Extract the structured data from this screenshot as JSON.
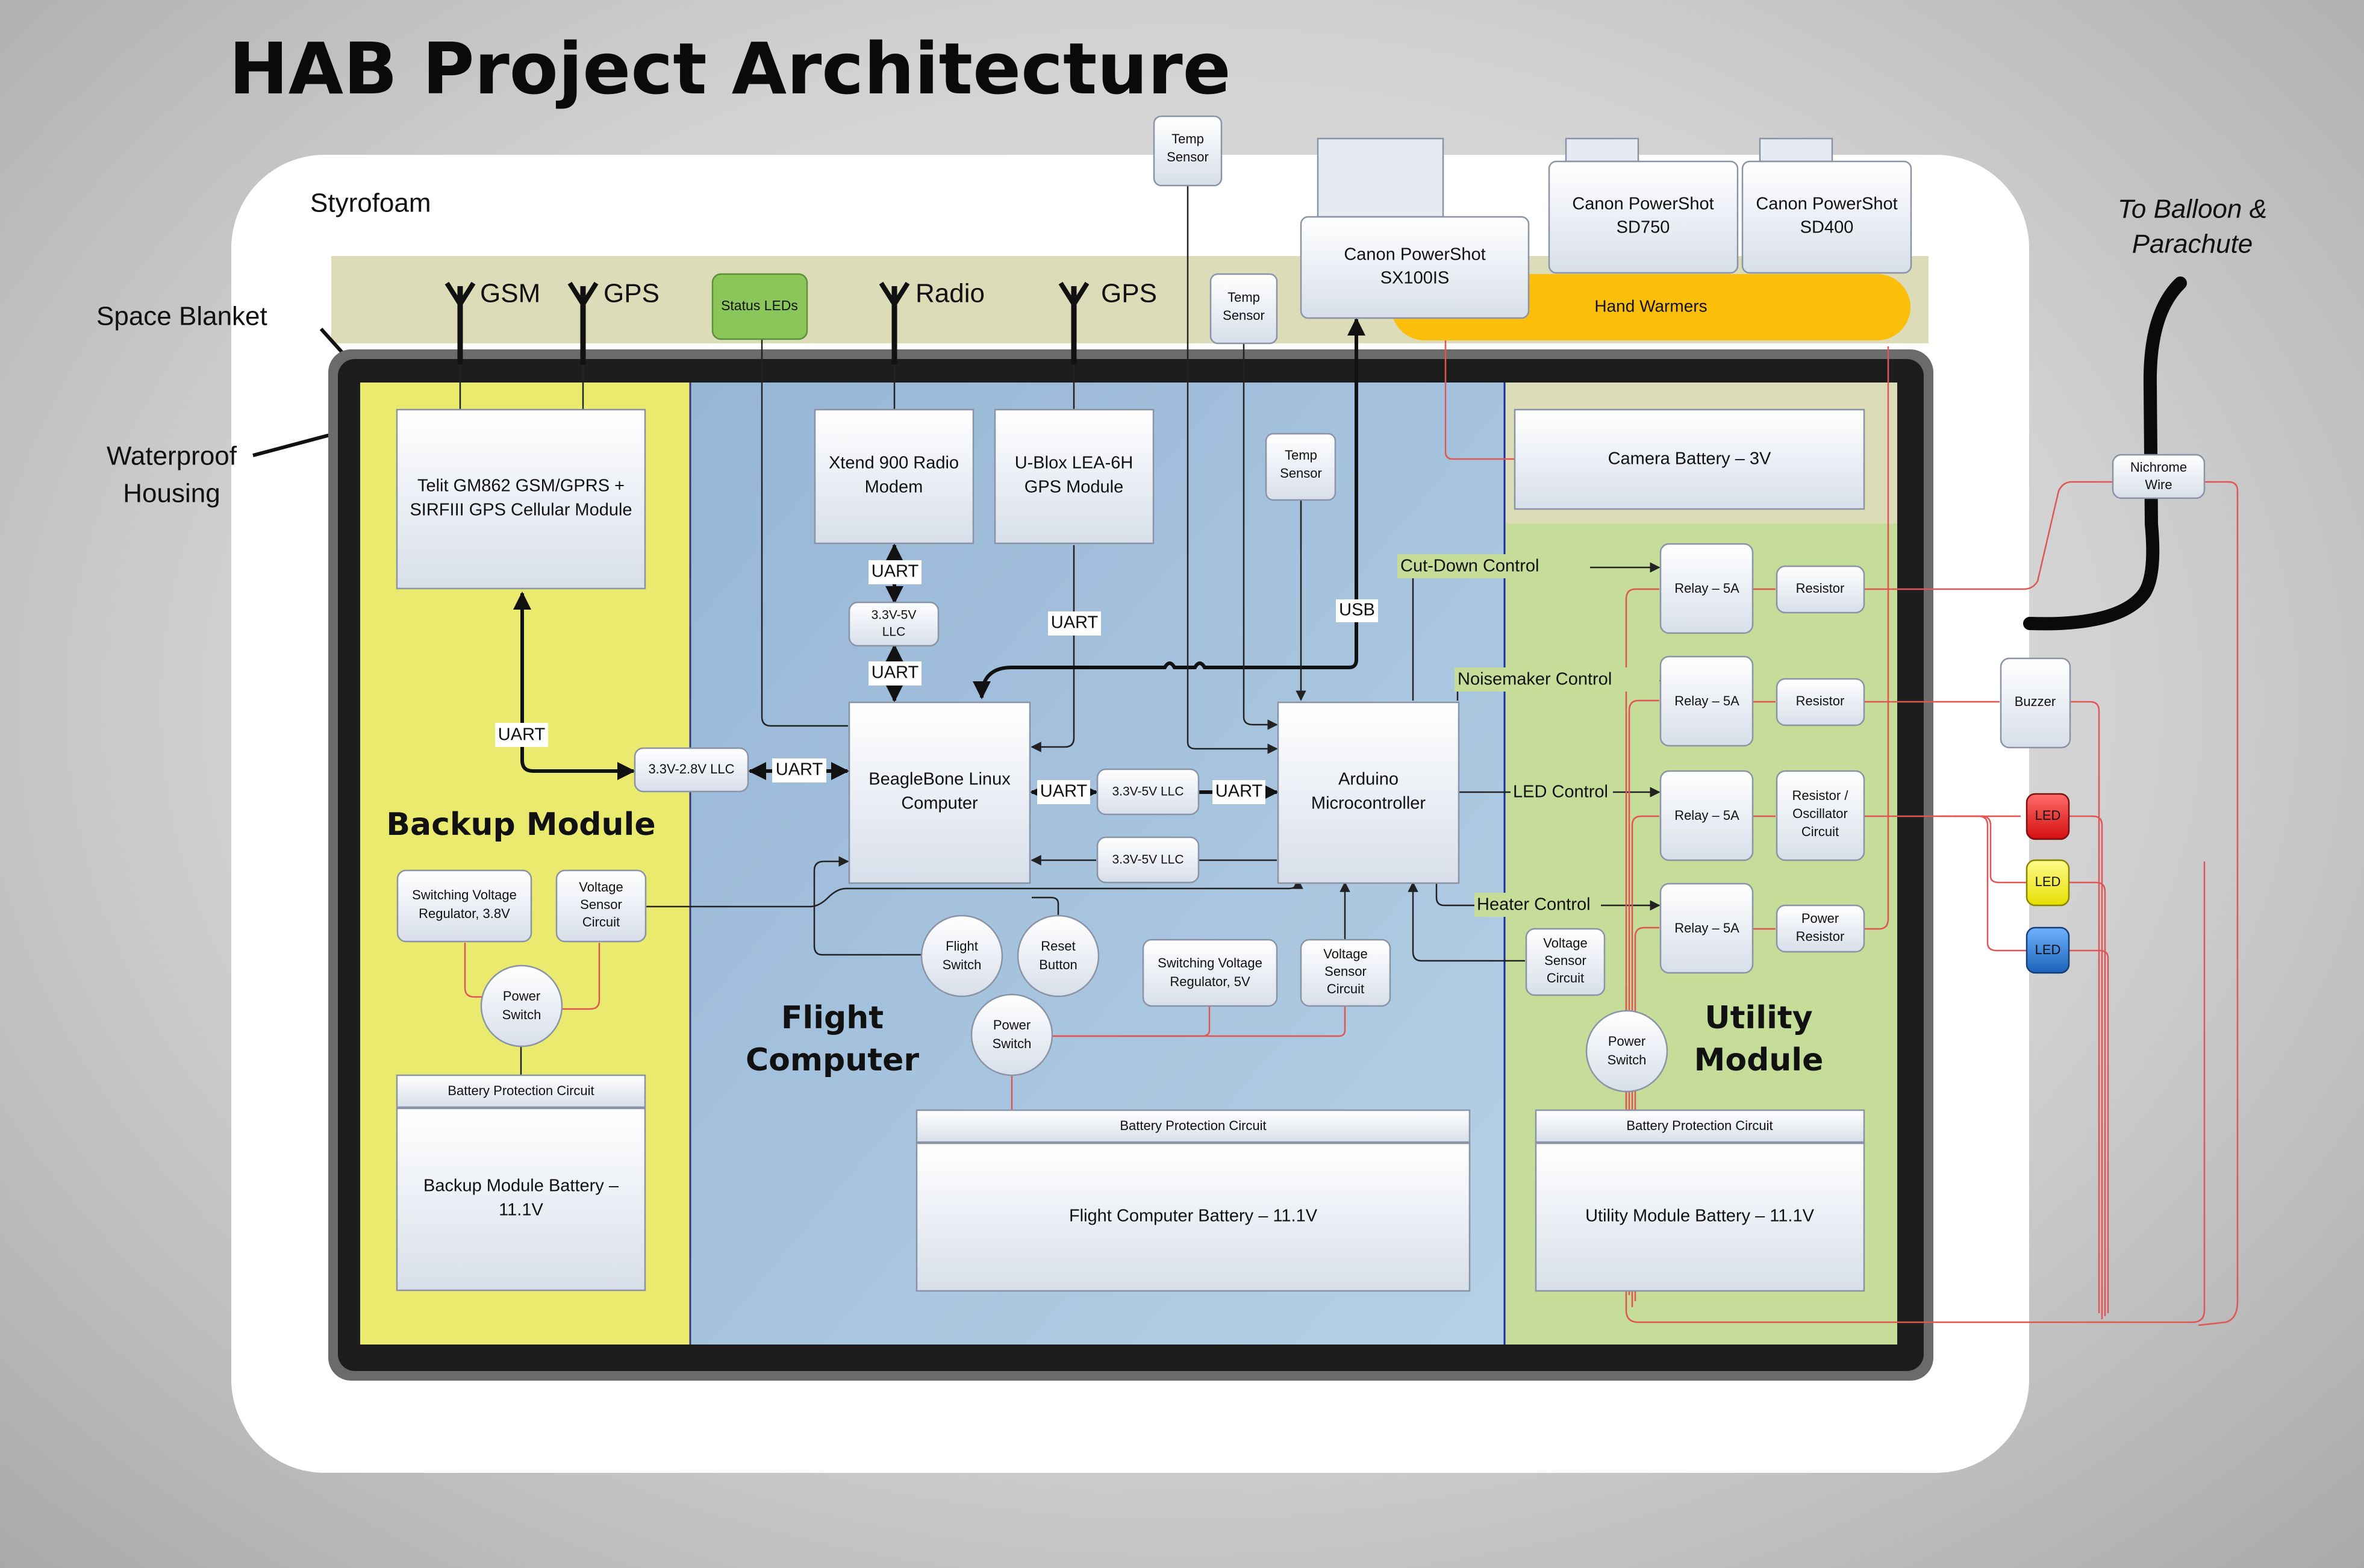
{
  "title": "HAB Project Architecture",
  "enclosure": {
    "styrofoam": "Styrofoam",
    "space_blanket": "Space Blanket",
    "waterproof_housing_line1": "Waterproof",
    "waterproof_housing_line2": "Housing",
    "balloon_line1": "To Balloon &",
    "balloon_line2": "Parachute"
  },
  "antennas": {
    "gsm": "GSM",
    "gps1": "GPS",
    "radio": "Radio",
    "gps2": "GPS"
  },
  "top_strip": {
    "status_leds": "Status LEDs",
    "temp_sensor_inner_1": "Temp",
    "temp_sensor_inner_2": "Sensor",
    "temp_sensor_outer_1": "Temp",
    "temp_sensor_outer_2": "Sensor",
    "camera_sx100_1": "Canon PowerShot",
    "camera_sx100_2": "SX100IS",
    "camera_sd750_1": "Canon PowerShot",
    "camera_sd750_2": "SD750",
    "camera_sd400_1": "Canon PowerShot",
    "camera_sd400_2": "SD400",
    "hand_warmers": "Hand Warmers"
  },
  "backup": {
    "title": "Backup Module",
    "telit_1": "Telit GM862 GSM/GPRS +",
    "telit_2": "SIRFIII GPS Cellular Module",
    "uart": "UART",
    "llc": "3.3V-2.8V LLC",
    "regulator_1": "Switching Voltage",
    "regulator_2": "Regulator, 3.8V",
    "vsense_1": "Voltage",
    "vsense_2": "Sensor",
    "vsense_3": "Circuit",
    "power_1": "Power",
    "power_2": "Switch",
    "bpc": "Battery Protection Circuit",
    "battery_1": "Backup Module Battery –",
    "battery_2": "11.1V"
  },
  "flight": {
    "title_1": "Flight",
    "title_2": "Computer",
    "xtend_1": "Xtend 900 Radio",
    "xtend_2": "Modem",
    "ublox_1": "U-Blox LEA-6H",
    "ublox_2": "GPS Module",
    "uart_a": "UART",
    "llc_radio_1": "3.3V-5V",
    "llc_radio_2": "LLC",
    "uart_b": "UART",
    "uart_gps": "UART",
    "uart_backup": "UART",
    "bbb_1": "BeagleBone Linux",
    "bbb_2": "Computer",
    "uart_c": "UART",
    "llc_mid": "3.3V-5V LLC",
    "uart_d": "UART",
    "llc_low": "3.3V-5V LLC",
    "arduino_1": "Arduino",
    "arduino_2": "Microcontroller",
    "usb": "USB",
    "temp_1": "Temp",
    "temp_2": "Sensor",
    "flight_switch_1": "Flight",
    "flight_switch_2": "Switch",
    "reset_1": "Reset",
    "reset_2": "Button",
    "regulator_1": "Switching Voltage",
    "regulator_2": "Regulator, 5V",
    "vsense_1": "Voltage",
    "vsense_2": "Sensor",
    "vsense_3": "Circuit",
    "power_1": "Power",
    "power_2": "Switch",
    "bpc": "Battery Protection Circuit",
    "battery": "Flight Computer Battery – 11.1V"
  },
  "utility": {
    "title_1": "Utility",
    "title_2": "Module",
    "camera_battery": "Camera Battery – 3V",
    "cutdown": "Cut-Down Control",
    "noisemaker": "Noisemaker Control",
    "led_control": "LED Control",
    "heater": "Heater Control",
    "relay": "Relay – 5A",
    "resistor": "Resistor",
    "res_osc_1": "Resistor /",
    "res_osc_2": "Oscillator",
    "res_osc_3": "Circuit",
    "power_res_1": "Power",
    "power_res_2": "Resistor",
    "vsense_1": "Voltage",
    "vsense_2": "Sensor",
    "vsense_3": "Circuit",
    "power_1": "Power",
    "power_2": "Switch",
    "bpc": "Battery Protection Circuit",
    "battery": "Utility Module Battery – 11.1V"
  },
  "external": {
    "nichrome_1": "Nichrome",
    "nichrome_2": "Wire",
    "buzzer": "Buzzer",
    "led_red": "LED",
    "led_yellow": "LED",
    "led_blue": "LED"
  },
  "colors": {
    "backup_bg": "#eaeb6e",
    "flight_bg": "#a9c6de",
    "utility_bg": "#c5dd98",
    "strip_bg": "#dcdcb9",
    "hand_warmers": "#fbbe0b",
    "status_leds": "#8bc65a",
    "led_red": "#e81c1c",
    "led_yellow": "#f3ef1c",
    "led_blue": "#2c7fd1"
  }
}
